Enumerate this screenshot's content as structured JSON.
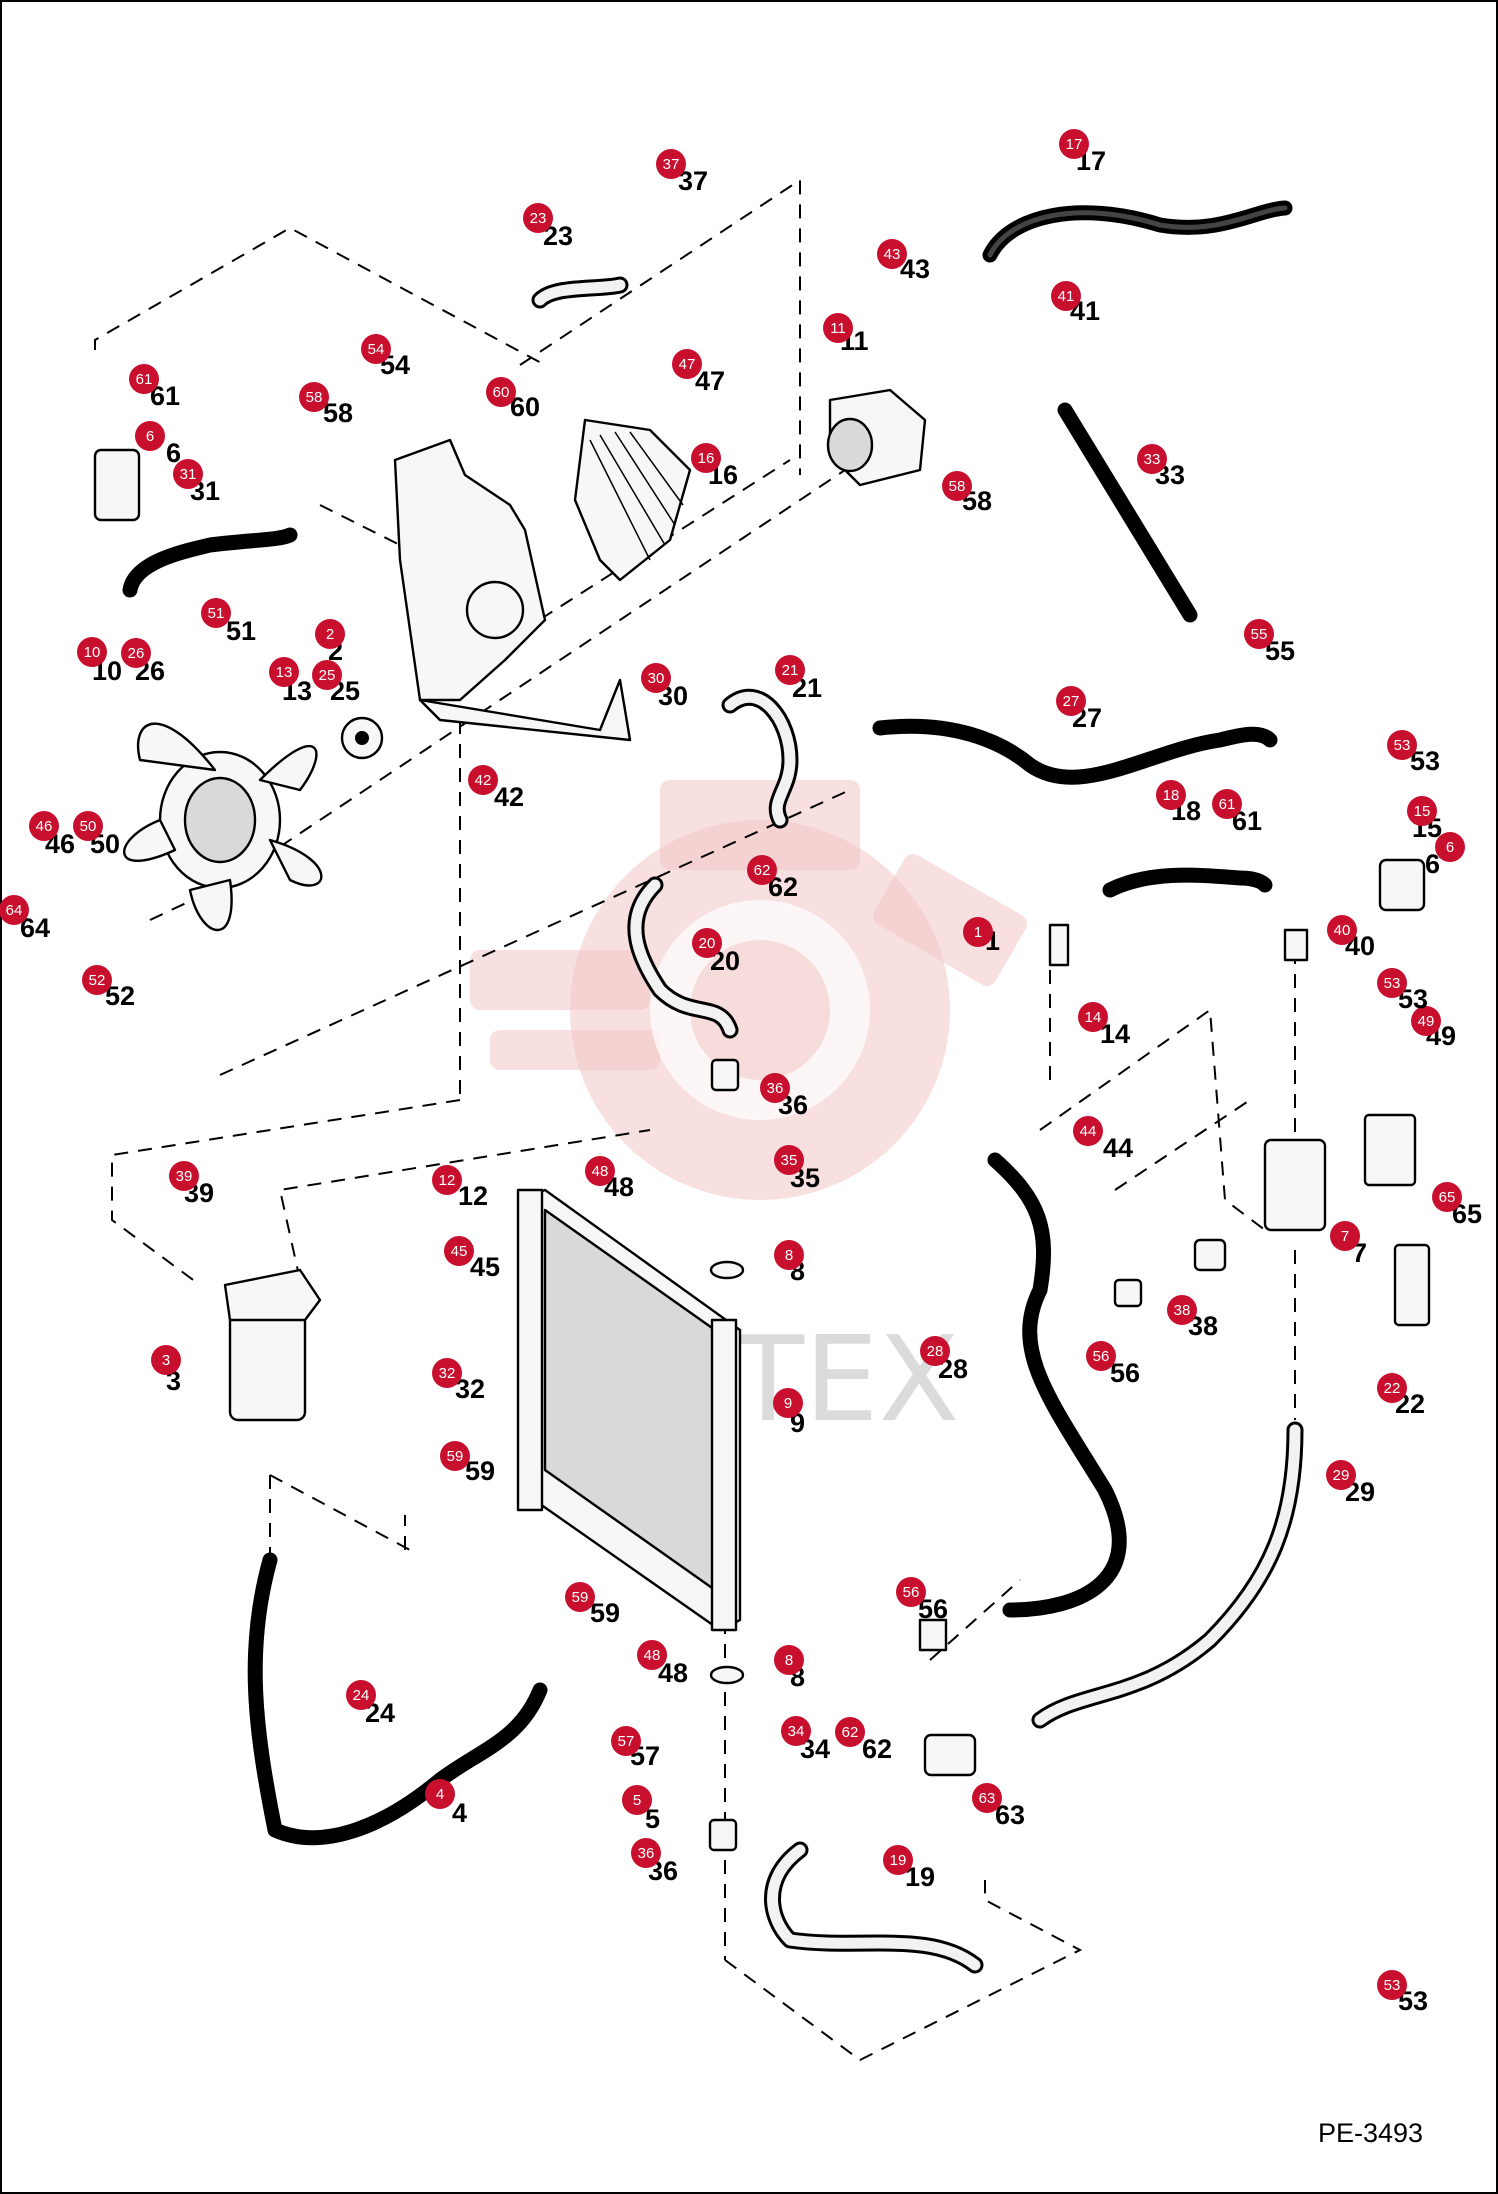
{
  "watermark_text": "ИНТЕХ",
  "drawing_code": "PE-3493",
  "callouts": [
    {
      "n": "1",
      "badge": [
        978,
        932
      ],
      "label": [
        985,
        950
      ]
    },
    {
      "n": "2",
      "badge": [
        330,
        634
      ],
      "label": [
        328,
        660
      ]
    },
    {
      "n": "3",
      "badge": [
        166,
        1360
      ],
      "label": [
        166,
        1390
      ]
    },
    {
      "n": "4",
      "badge": [
        440,
        1794
      ],
      "label": [
        452,
        1822
      ]
    },
    {
      "n": "5",
      "badge": [
        637,
        1800
      ],
      "label": [
        645,
        1828
      ]
    },
    {
      "n": "6",
      "badge": [
        150,
        436
      ],
      "label": [
        166,
        462
      ]
    },
    {
      "n": "6",
      "badge": [
        1450,
        847
      ],
      "label": [
        1425,
        873
      ]
    },
    {
      "n": "7",
      "badge": [
        1345,
        1236
      ],
      "label": [
        1352,
        1262
      ]
    },
    {
      "n": "8",
      "badge": [
        789,
        1255
      ],
      "label": [
        790,
        1280
      ]
    },
    {
      "n": "8",
      "badge": [
        789,
        1660
      ],
      "label": [
        790,
        1686
      ]
    },
    {
      "n": "9",
      "badge": [
        788,
        1403
      ],
      "label": [
        790,
        1432
      ]
    },
    {
      "n": "10",
      "badge": [
        92,
        652
      ],
      "label": [
        92,
        680
      ]
    },
    {
      "n": "11",
      "badge": [
        838,
        328
      ],
      "label": [
        840,
        350
      ]
    },
    {
      "n": "12",
      "badge": [
        447,
        1180
      ],
      "label": [
        458,
        1205
      ]
    },
    {
      "n": "13",
      "badge": [
        284,
        672
      ],
      "label": [
        282,
        700
      ]
    },
    {
      "n": "14",
      "badge": [
        1093,
        1017
      ],
      "label": [
        1100,
        1043
      ]
    },
    {
      "n": "15",
      "badge": [
        1422,
        811
      ],
      "label": [
        1412,
        837
      ]
    },
    {
      "n": "16",
      "badge": [
        706,
        458
      ],
      "label": [
        708,
        484
      ]
    },
    {
      "n": "17",
      "badge": [
        1074,
        144
      ],
      "label": [
        1076,
        170
      ]
    },
    {
      "n": "18",
      "badge": [
        1171,
        795
      ],
      "label": [
        1171,
        820
      ]
    },
    {
      "n": "19",
      "badge": [
        898,
        1860
      ],
      "label": [
        905,
        1886
      ]
    },
    {
      "n": "20",
      "badge": [
        707,
        943
      ],
      "label": [
        710,
        970
      ]
    },
    {
      "n": "21",
      "badge": [
        790,
        670
      ],
      "label": [
        792,
        697
      ]
    },
    {
      "n": "22",
      "badge": [
        1392,
        1388
      ],
      "label": [
        1395,
        1413
      ]
    },
    {
      "n": "23",
      "badge": [
        538,
        218
      ],
      "label": [
        543,
        245
      ]
    },
    {
      "n": "24",
      "badge": [
        361,
        1695
      ],
      "label": [
        365,
        1722
      ]
    },
    {
      "n": "25",
      "badge": [
        327,
        675
      ],
      "label": [
        330,
        700
      ]
    },
    {
      "n": "26",
      "badge": [
        136,
        653
      ],
      "label": [
        135,
        680
      ]
    },
    {
      "n": "27",
      "badge": [
        1071,
        701
      ],
      "label": [
        1072,
        727
      ]
    },
    {
      "n": "28",
      "badge": [
        935,
        1351
      ],
      "label": [
        938,
        1378
      ]
    },
    {
      "n": "29",
      "badge": [
        1341,
        1475
      ],
      "label": [
        1345,
        1501
      ]
    },
    {
      "n": "30",
      "badge": [
        656,
        678
      ],
      "label": [
        658,
        705
      ]
    },
    {
      "n": "31",
      "badge": [
        188,
        474
      ],
      "label": [
        190,
        500
      ]
    },
    {
      "n": "32",
      "badge": [
        447,
        1373
      ],
      "label": [
        455,
        1398
      ]
    },
    {
      "n": "33",
      "badge": [
        1152,
        459
      ],
      "label": [
        1155,
        484
      ]
    },
    {
      "n": "34",
      "badge": [
        796,
        1731
      ],
      "label": [
        800,
        1758
      ]
    },
    {
      "n": "35",
      "badge": [
        789,
        1160
      ],
      "label": [
        790,
        1187
      ]
    },
    {
      "n": "36",
      "badge": [
        775,
        1088
      ],
      "label": [
        778,
        1114
      ]
    },
    {
      "n": "36",
      "badge": [
        646,
        1853
      ],
      "label": [
        648,
        1880
      ]
    },
    {
      "n": "37",
      "badge": [
        671,
        164
      ],
      "label": [
        678,
        190
      ]
    },
    {
      "n": "38",
      "badge": [
        1182,
        1310
      ],
      "label": [
        1188,
        1335
      ]
    },
    {
      "n": "39",
      "badge": [
        184,
        1176
      ],
      "label": [
        184,
        1202
      ]
    },
    {
      "n": "40",
      "badge": [
        1342,
        930
      ],
      "label": [
        1345,
        955
      ]
    },
    {
      "n": "41",
      "badge": [
        1066,
        296
      ],
      "label": [
        1070,
        320
      ]
    },
    {
      "n": "42",
      "badge": [
        483,
        780
      ],
      "label": [
        494,
        806
      ]
    },
    {
      "n": "43",
      "badge": [
        892,
        254
      ],
      "label": [
        900,
        278
      ]
    },
    {
      "n": "44",
      "badge": [
        1088,
        1131
      ],
      "label": [
        1103,
        1157
      ]
    },
    {
      "n": "45",
      "badge": [
        459,
        1251
      ],
      "label": [
        470,
        1276
      ]
    },
    {
      "n": "46",
      "badge": [
        44,
        826
      ],
      "label": [
        45,
        853
      ]
    },
    {
      "n": "47",
      "badge": [
        687,
        364
      ],
      "label": [
        695,
        390
      ]
    },
    {
      "n": "48",
      "badge": [
        600,
        1171
      ],
      "label": [
        604,
        1196
      ]
    },
    {
      "n": "48",
      "badge": [
        652,
        1655
      ],
      "label": [
        658,
        1682
      ]
    },
    {
      "n": "49",
      "badge": [
        1426,
        1021
      ],
      "label": [
        1426,
        1045
      ]
    },
    {
      "n": "50",
      "badge": [
        88,
        826
      ],
      "label": [
        90,
        853
      ]
    },
    {
      "n": "51",
      "badge": [
        216,
        613
      ],
      "label": [
        226,
        640
      ]
    },
    {
      "n": "52",
      "badge": [
        97,
        980
      ],
      "label": [
        105,
        1005
      ]
    },
    {
      "n": "53",
      "badge": [
        1392,
        1985
      ],
      "label": [
        1398,
        2010
      ]
    },
    {
      "n": "53",
      "badge": [
        1402,
        745
      ],
      "label": [
        1410,
        770
      ]
    },
    {
      "n": "53",
      "badge": [
        1392,
        983
      ],
      "label": [
        1398,
        1008
      ]
    },
    {
      "n": "54",
      "badge": [
        376,
        349
      ],
      "label": [
        380,
        374
      ]
    },
    {
      "n": "55",
      "badge": [
        1259,
        634
      ],
      "label": [
        1265,
        660
      ]
    },
    {
      "n": "56",
      "badge": [
        1101,
        1356
      ],
      "label": [
        1110,
        1382
      ]
    },
    {
      "n": "56",
      "badge": [
        911,
        1592
      ],
      "label": [
        918,
        1618
      ]
    },
    {
      "n": "57",
      "badge": [
        626,
        1741
      ],
      "label": [
        630,
        1765
      ]
    },
    {
      "n": "58",
      "badge": [
        314,
        397
      ],
      "label": [
        323,
        422
      ]
    },
    {
      "n": "58",
      "badge": [
        957,
        486
      ],
      "label": [
        962,
        510
      ]
    },
    {
      "n": "59",
      "badge": [
        580,
        1597
      ],
      "label": [
        590,
        1622
      ]
    },
    {
      "n": "59",
      "badge": [
        455,
        1456
      ],
      "label": [
        465,
        1480
      ]
    },
    {
      "n": "60",
      "badge": [
        501,
        392
      ],
      "label": [
        510,
        416
      ]
    },
    {
      "n": "61",
      "badge": [
        144,
        379
      ],
      "label": [
        150,
        405
      ]
    },
    {
      "n": "61",
      "badge": [
        1227,
        804
      ],
      "label": [
        1232,
        830
      ]
    },
    {
      "n": "62",
      "badge": [
        762,
        870
      ],
      "label": [
        768,
        896
      ]
    },
    {
      "n": "62",
      "badge": [
        850,
        1732
      ],
      "label": [
        862,
        1758
      ]
    },
    {
      "n": "63",
      "badge": [
        987,
        1798
      ],
      "label": [
        995,
        1824
      ]
    },
    {
      "n": "64",
      "badge": [
        14,
        910
      ],
      "label": [
        20,
        937
      ]
    },
    {
      "n": "65",
      "badge": [
        1447,
        1197
      ],
      "label": [
        1452,
        1223
      ]
    }
  ]
}
